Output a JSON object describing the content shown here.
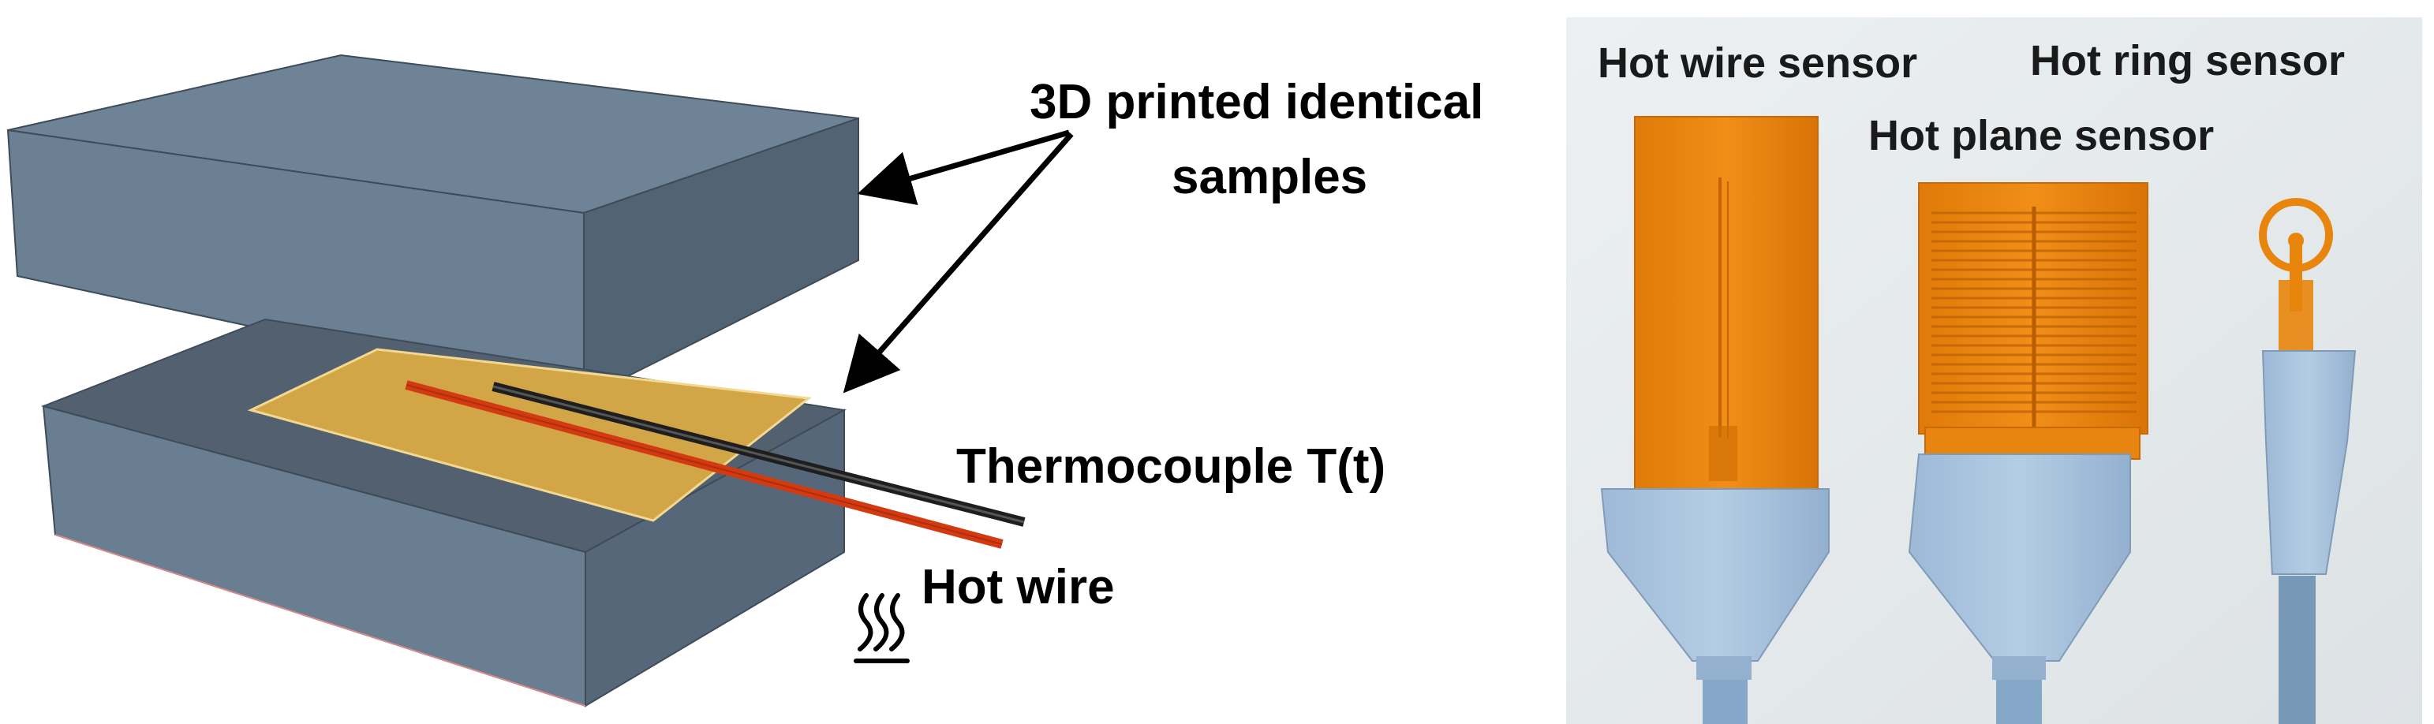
{
  "diagram": {
    "samples_label_line1": "3D printed identical",
    "samples_label_line2": "samples",
    "thermocouple_label": "Thermocouple T(t)",
    "hot_wire_label": "Hot wire",
    "colors": {
      "block_top": "#6e8296",
      "block_front": "#6a7e92",
      "block_side": "#536476",
      "sensor_sheet": "#d4a84a",
      "hot_wire": "#d23c14",
      "thermocouple": "#2a2a2a"
    }
  },
  "photo": {
    "hot_wire_sensor_label": "Hot wire sensor",
    "hot_plane_sensor_label": "Hot plane sensor",
    "hot_ring_sensor_label": "Hot ring sensor",
    "colors": {
      "background": "#e6eaec",
      "kapton": "#e8850c",
      "connector": "#a9c4de",
      "cable": "#88aacb"
    }
  }
}
